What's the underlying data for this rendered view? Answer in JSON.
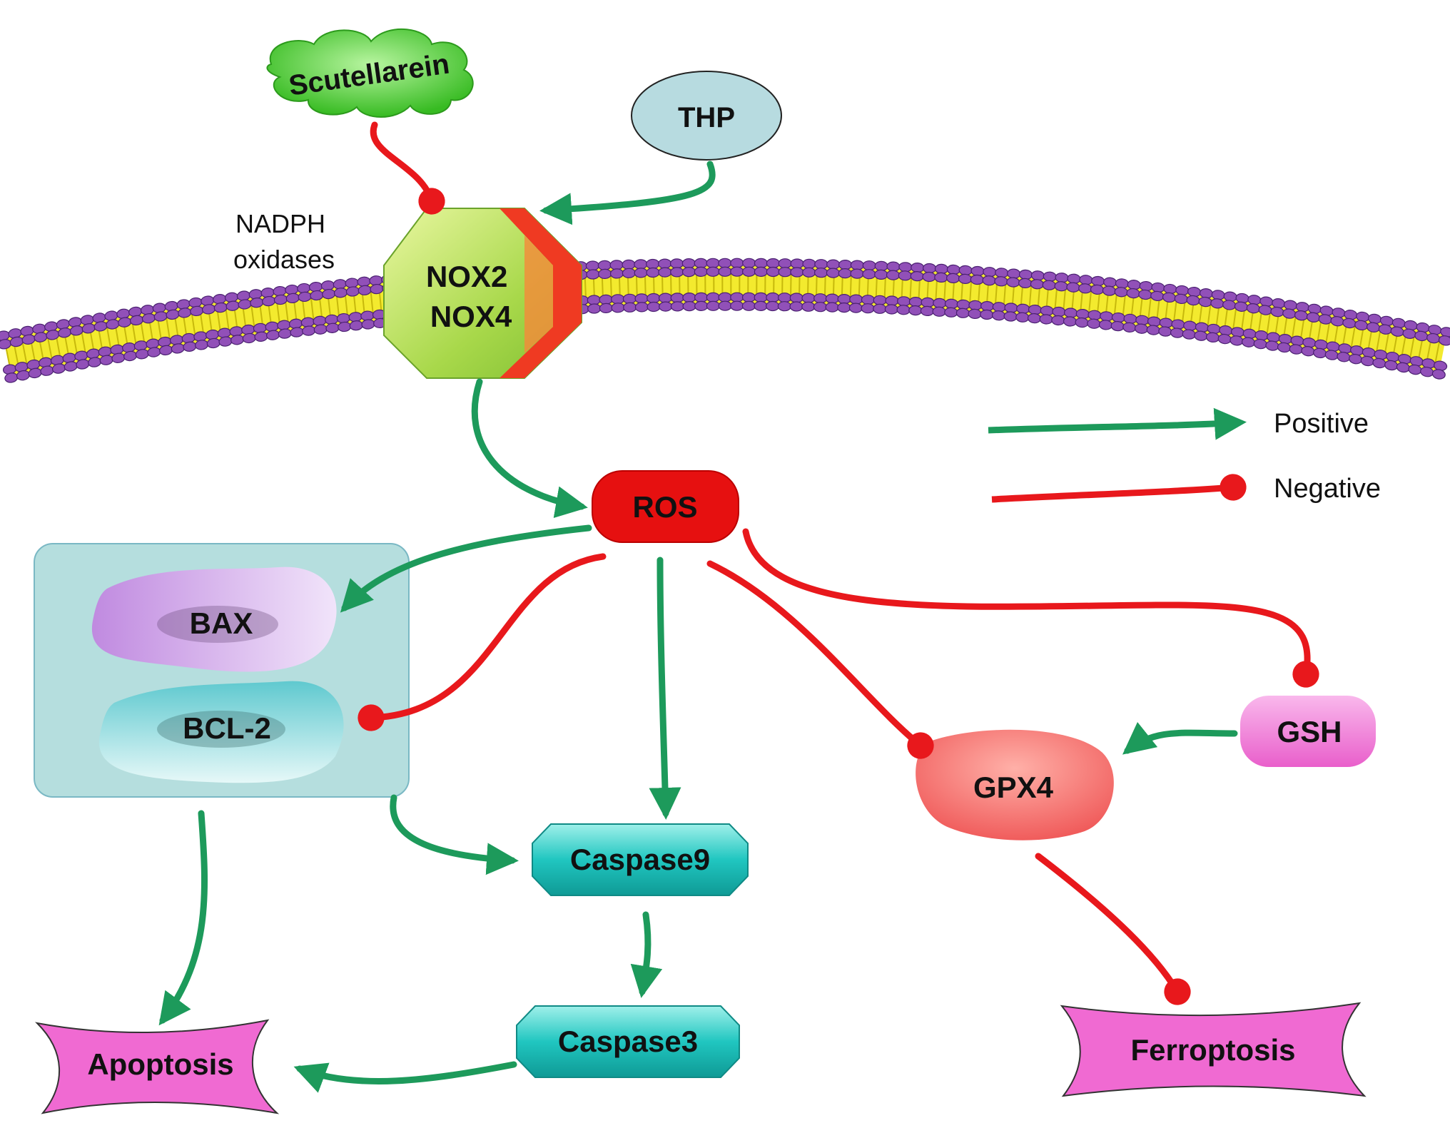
{
  "colors": {
    "positive": "#1d9a5b",
    "negative": "#e8181c",
    "membrane_head": "#9150b8",
    "membrane_tail": "#f3ea2e",
    "nox_body": "#a8d84a",
    "nox_edge": "#ef3a22",
    "ros": "#e61010",
    "caspase": "#20c6c0",
    "apoptosis": "#f06ad2",
    "gpx4": "#f06060",
    "gsh": "#ef6fcf",
    "bax": "#c58fe2",
    "bcl2": "#7fd3d8",
    "complex_box": "#b5dede",
    "scutellarein": "#4ccc34",
    "thp": "#b7dbe0"
  },
  "nodes": {
    "scutellarein": "Scutellarein",
    "thp": "THP",
    "nadph_label": [
      "NADPH",
      "oxidases"
    ],
    "nox": [
      "NOX2",
      "NOX4"
    ],
    "ros": "ROS",
    "bax": "BAX",
    "bcl2": "BCL-2",
    "caspase9": "Caspase9",
    "caspase3": "Caspase3",
    "apoptosis": "Apoptosis",
    "gpx4": "GPX4",
    "gsh": "GSH",
    "ferroptosis": "Ferroptosis"
  },
  "legend": {
    "positive": "Positive",
    "negative": "Negative"
  },
  "edges": [
    {
      "from": "thp",
      "to": "nox",
      "type": "positive"
    },
    {
      "from": "scutellarein",
      "to": "nox",
      "type": "negative"
    },
    {
      "from": "nox",
      "to": "ros",
      "type": "positive"
    },
    {
      "from": "ros",
      "to": "bax",
      "type": "positive"
    },
    {
      "from": "ros",
      "to": "bcl2",
      "type": "negative"
    },
    {
      "from": "ros",
      "to": "caspase9",
      "type": "positive"
    },
    {
      "from": "ros",
      "to": "gpx4",
      "type": "negative"
    },
    {
      "from": "ros",
      "to": "gsh",
      "type": "negative"
    },
    {
      "from": "gsh",
      "to": "gpx4",
      "type": "positive"
    },
    {
      "from": "bax_bcl2",
      "to": "caspase9",
      "type": "positive"
    },
    {
      "from": "bax_bcl2",
      "to": "apoptosis",
      "type": "positive"
    },
    {
      "from": "caspase9",
      "to": "caspase3",
      "type": "positive"
    },
    {
      "from": "caspase3",
      "to": "apoptosis",
      "type": "positive"
    },
    {
      "from": "gpx4",
      "to": "ferroptosis",
      "type": "negative"
    }
  ]
}
